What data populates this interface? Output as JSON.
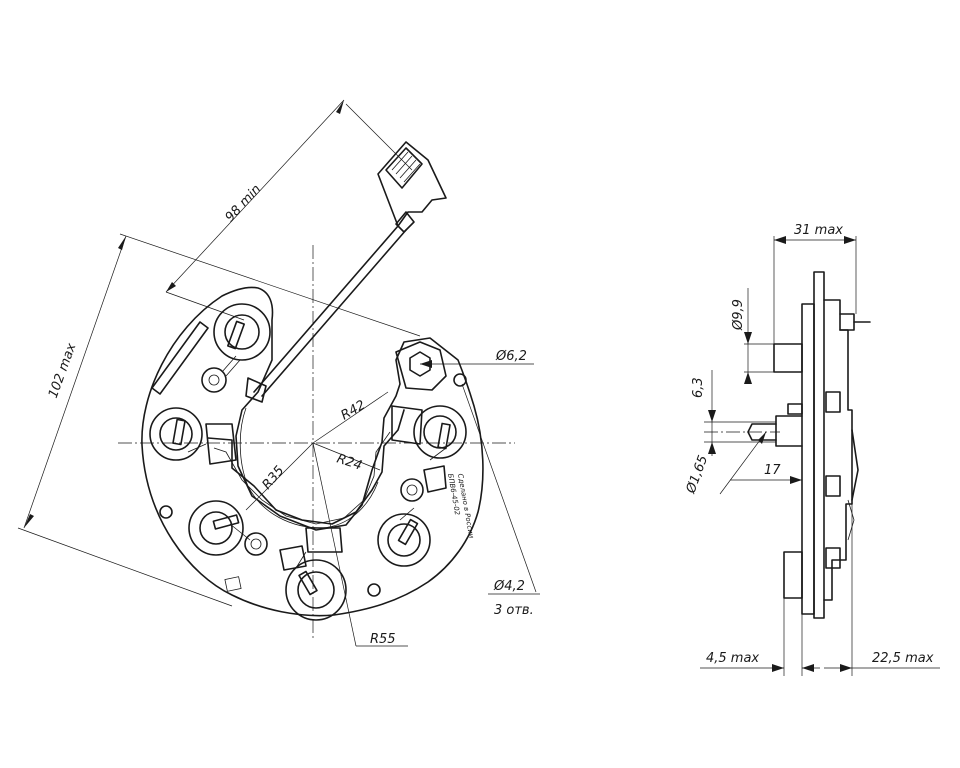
{
  "front_view": {
    "dim_connector_length": "98 min",
    "dim_height": "102 max",
    "dim_hole_large": "Ø6,2",
    "dim_radius_42": "R42",
    "dim_radius_24": "R24",
    "dim_radius_35": "R35",
    "dim_radius_55": "R55",
    "dim_hole_small": "Ø4,2",
    "dim_hole_count": "3 отв.",
    "part_marking": "БПВ6-45-02",
    "part_marking_origin": "Сделано в России"
  },
  "side_view": {
    "dim_width": "31 max",
    "dim_diameter_9_9": "Ø9,9",
    "dim_offset_6_3": "6,3",
    "dim_pin_diameter": "Ø1,65",
    "dim_pin_length": "17",
    "dim_left_offset": "4,5 max",
    "dim_right_offset": "22,5 max"
  }
}
